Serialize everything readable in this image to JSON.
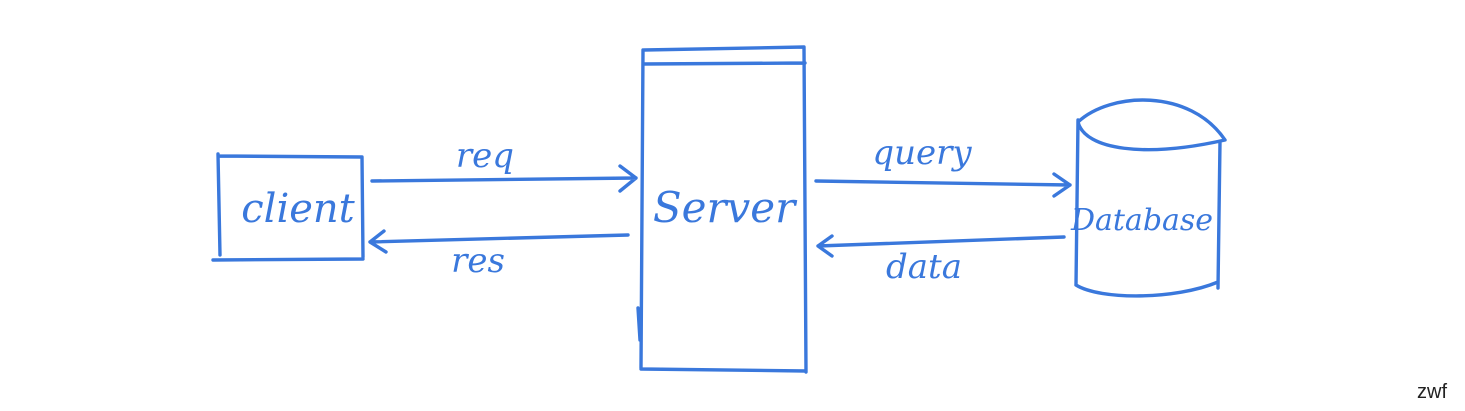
{
  "colors": {
    "ink": "#3a78dc",
    "signature": "#222222",
    "background": "#ffffff"
  },
  "nodes": {
    "client": {
      "label": "client"
    },
    "server": {
      "label": "Server"
    },
    "database": {
      "label": "Database"
    }
  },
  "edges": [
    {
      "from": "client",
      "to": "server",
      "label": "req"
    },
    {
      "from": "server",
      "to": "client",
      "label": "res"
    },
    {
      "from": "server",
      "to": "database",
      "label": "query"
    },
    {
      "from": "database",
      "to": "server",
      "label": "data"
    }
  ],
  "signature": "zwf"
}
